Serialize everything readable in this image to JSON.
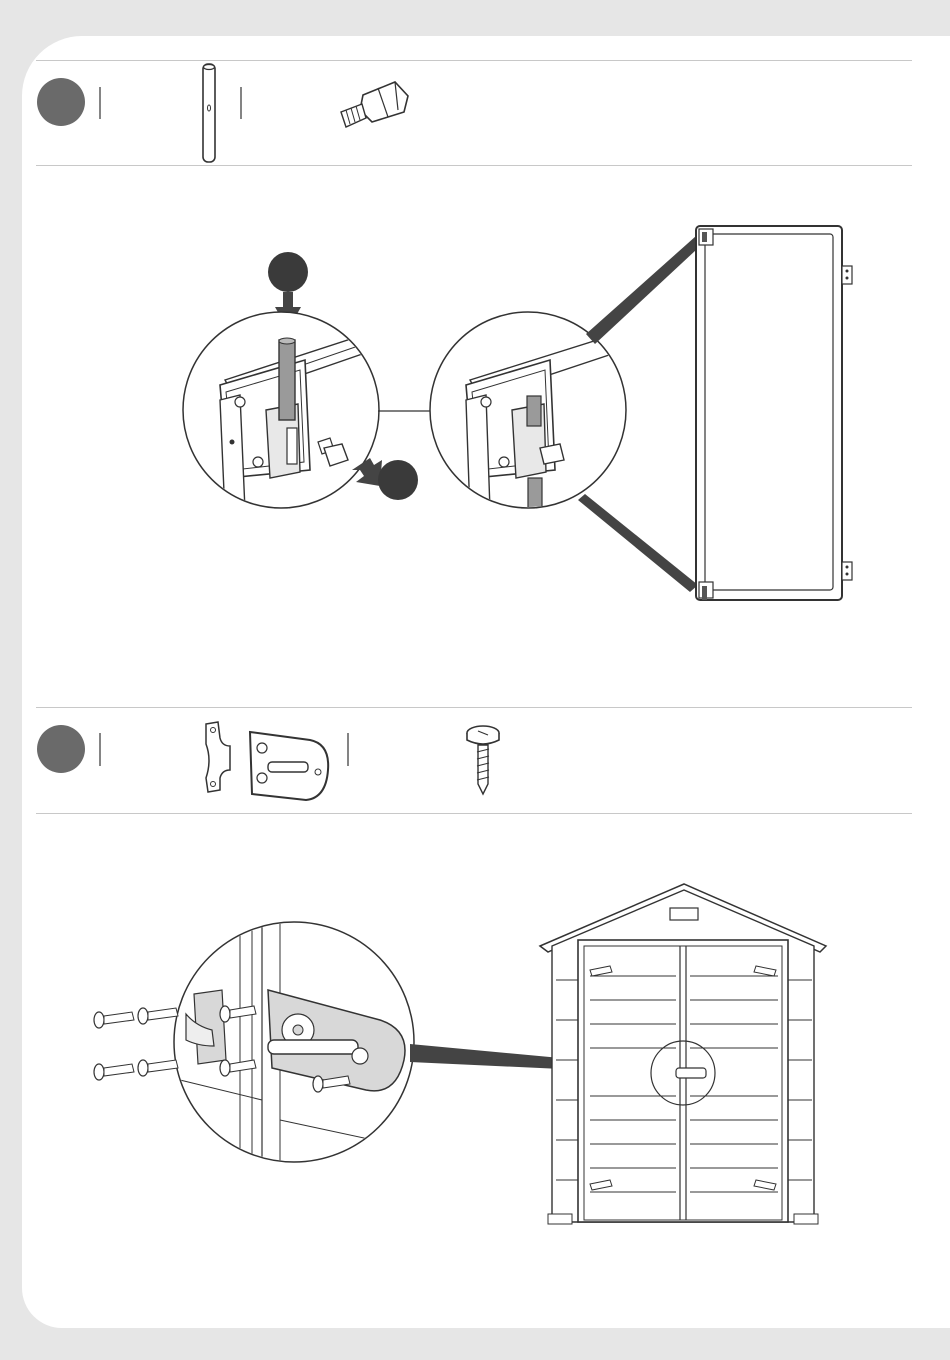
{
  "colors": {
    "background": "#e6e6e6",
    "page": "#ffffff",
    "bullet": "#6a6a6a",
    "line": "#333333",
    "fill_dark": "#444444",
    "fill_mid": "#9a9a9a",
    "fill_light": "#d8d8d8"
  },
  "steps": [
    {
      "parts": [
        "pin-rod",
        "threaded-bolt"
      ],
      "callouts": [
        "insert-pin",
        "screw-bolt"
      ]
    },
    {
      "parts": [
        "latch-bracket",
        "latch-plate",
        "pan-head-screw"
      ]
    }
  ]
}
